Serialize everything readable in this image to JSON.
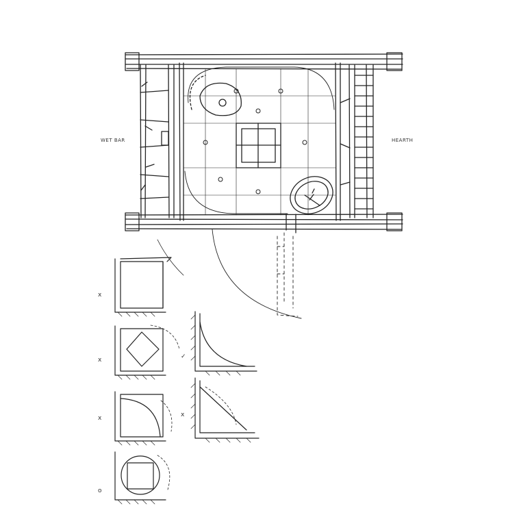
{
  "plan": {
    "left_label": "WET BAR",
    "right_label": "HEARTH"
  },
  "studies": {
    "marks": [
      "x",
      "x",
      "x",
      "o",
      "✓",
      "x"
    ]
  },
  "colors": {
    "ink": "#222222",
    "paper": "#ffffff"
  }
}
